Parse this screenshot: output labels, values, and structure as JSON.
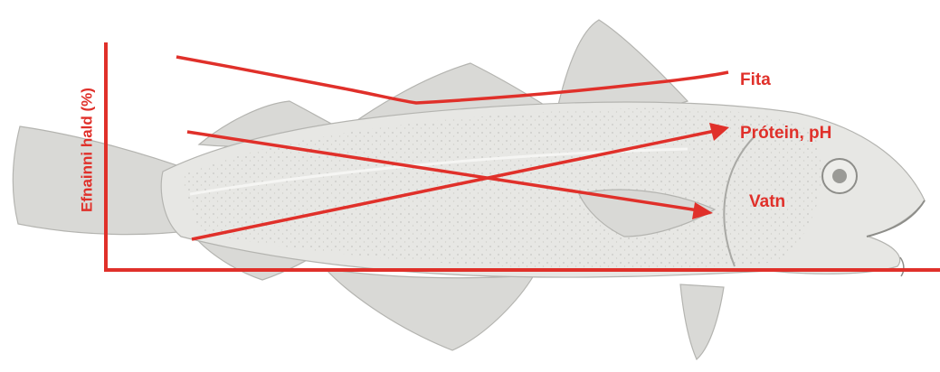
{
  "accent_color": "#e0302a",
  "fish_illustration": {
    "icon": "cod-fish-illustration",
    "body_color": "#e7e7e4",
    "fin_color": "#d9d9d6",
    "outline_color": "#b4b4b0"
  },
  "chart_data": {
    "type": "line",
    "ylabel": "Efnainni hald (%)",
    "xlabel": "",
    "grid": false,
    "series": [
      {
        "name": "Fita",
        "trend": "decreasing then increasing toward the head",
        "arrow": false
      },
      {
        "name": "Prótein, pH",
        "trend": "increasing toward the head",
        "arrow": true
      },
      {
        "name": "Vatn",
        "trend": "decreasing toward the head",
        "arrow": true
      }
    ]
  }
}
